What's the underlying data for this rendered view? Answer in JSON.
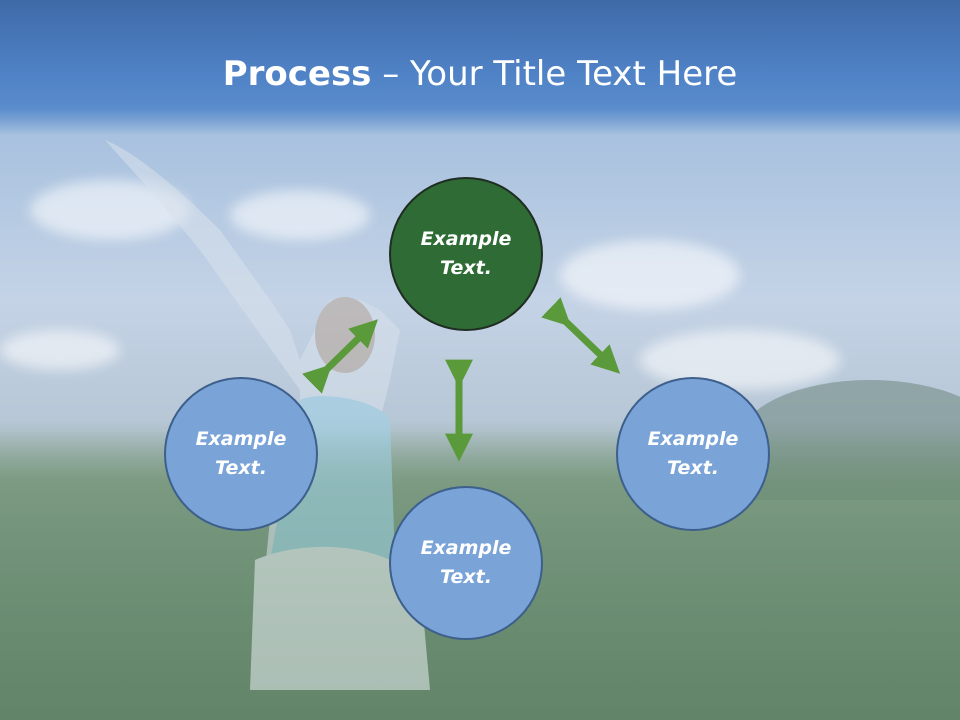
{
  "title": {
    "bold": "Process",
    "rest": " – Your Title Text Here"
  },
  "nodes": {
    "top": "Example Text.",
    "left": "Example Text.",
    "right": "Example Text.",
    "bottom": "Example Text."
  },
  "colors": {
    "header": "#4f82c6",
    "node_blue": "#7aa3d8",
    "node_green": "#2f6b34",
    "arrow": "#5a9a3a"
  }
}
